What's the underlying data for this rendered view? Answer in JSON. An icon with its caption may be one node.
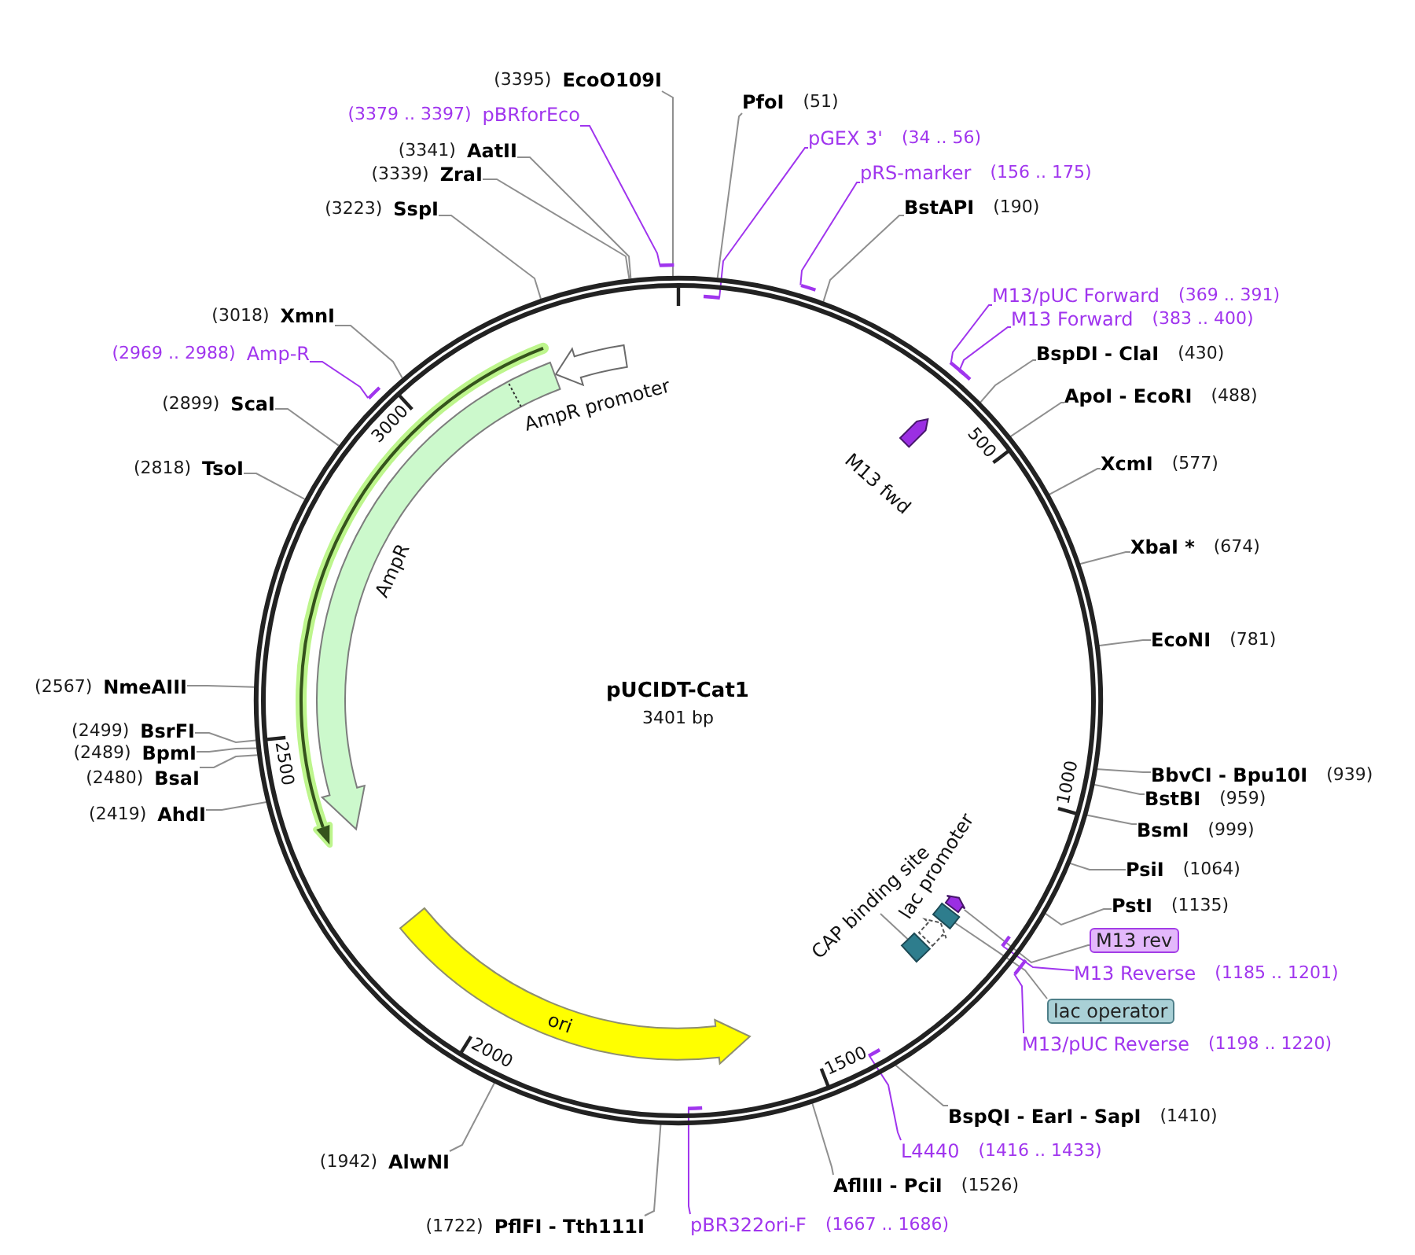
{
  "diagram": {
    "nodes": [
      {
        "text": [
          "pUCIDT-Cat1",
          "3401 bp"
        ]
      },
      {
        "text": [
          "(3395)",
          "EcoO109I"
        ]
      },
      {
        "text": [
          "PfoI",
          "(51)"
        ]
      },
      {
        "text": [
          "(3379 .. 3397)",
          "pBRforEco"
        ]
      },
      {
        "text": [
          "pGEX 3'",
          "(34 .. 56)"
        ]
      },
      {
        "text": [
          "(3341)",
          "AatII"
        ]
      },
      {
        "text": [
          "pRS-marker",
          "(156 .. 175)"
        ]
      },
      {
        "text": [
          "(3339)",
          "ZraI"
        ]
      },
      {
        "text": [
          "BstAPI",
          "(190)"
        ]
      },
      {
        "text": [
          "(3223)",
          "SspI"
        ]
      },
      {
        "text": [
          "M13/pUC Forward",
          "(369 .. 391)"
        ]
      },
      {
        "text": [
          "(3018)",
          "XmnI"
        ]
      },
      {
        "text": [
          "M13 Forward",
          "(383 .. 400)"
        ]
      },
      {
        "text": [
          "(2969 .. 2988)",
          "Amp-R"
        ]
      },
      {
        "text": [
          "BspDI - ClaI",
          "(430)"
        ]
      },
      {
        "text": [
          "ApoI - EcoRI",
          "(488)"
        ]
      },
      {
        "text": [
          "(2899)",
          "ScaI"
        ]
      },
      {
        "text": [
          "AmpR promoter"
        ],
        "in": 0
      },
      {
        "text": [
          "XcmI",
          "(577)"
        ]
      },
      {
        "text": [
          "(2818)",
          "TsoI"
        ]
      },
      {
        "text": [
          "M13 fwd"
        ],
        "in": 0
      },
      {
        "text": [
          "XbaI *",
          "(674)"
        ]
      },
      {
        "text": [
          "AmpR"
        ],
        "in": 0
      },
      {
        "text": [
          "EcoNI",
          "(781)"
        ]
      },
      {
        "text": [
          "(2567)",
          "NmeAIII"
        ]
      },
      {
        "text": [
          "(2499)",
          "BsrFI"
        ]
      },
      {
        "text": [
          "(2489)",
          "BpmI"
        ]
      },
      {
        "text": [
          "BbvCI - Bpu10I",
          "(939)"
        ]
      },
      {
        "text": [
          "(2480)",
          "BsaI"
        ]
      },
      {
        "text": [
          "BstBI",
          "(959)"
        ]
      },
      {
        "text": [
          "(2419)",
          "AhdI"
        ]
      },
      {
        "text": [
          "BsmI",
          "(999)"
        ]
      },
      {
        "text": [
          "lac promoter"
        ],
        "in": 0
      },
      {
        "text": [
          "PsiI",
          "(1064)"
        ]
      },
      {
        "text": [
          "CAP binding site"
        ],
        "in": 0
      },
      {
        "text": [
          "PstI",
          "(1135)"
        ]
      },
      {
        "text": [
          "M13 rev"
        ]
      },
      {
        "text": [
          "M13 Reverse",
          "(1185 .. 1201)"
        ]
      },
      {
        "text": [
          "lac operator"
        ]
      },
      {
        "text": [
          "ori"
        ],
        "in": 0
      },
      {
        "text": [
          "M13/pUC Reverse",
          "(1198 .. 1220)"
        ]
      },
      {
        "text": [
          "BspQI - EarI - SapI",
          "(1410)"
        ]
      },
      {
        "text": [
          "L4440",
          "(1416 .. 1433)"
        ]
      },
      {
        "text": [
          "(1942)",
          "AlwNI"
        ]
      },
      {
        "text": [
          "AflIII - PciI",
          "(1526)"
        ]
      },
      {
        "text": [
          "(1722)",
          "PflFI - Tth111I"
        ]
      },
      {
        "text": [
          "pBR322ori-F",
          "(1667 .. 1686)"
        ]
      },
      {
        "text": [],
        "shape": "bar"
      },
      {
        "text": [],
        "shape": "bar",
        "in": 0
      },
      {
        "text": [],
        "shape": "bar",
        "in": 0
      },
      {
        "text": [],
        "shape": "bar",
        "in": 0
      },
      {
        "text": [],
        "shape": "bar",
        "in": 0
      },
      {
        "text": [],
        "shape": "bar",
        "in": 0
      },
      {
        "text": [],
        "shape": "arrow",
        "in": 0
      },
      {
        "text": [],
        "shape": "box",
        "in": 0
      },
      {
        "text": [],
        "shape": "box",
        "in": 0
      },
      {
        "text": [],
        "shape": "bar",
        "in": 0
      },
      {
        "text": [],
        "shape": "bar",
        "in": 0
      },
      {
        "text": [],
        "shape": "bar",
        "in": 0
      },
      {
        "text": [],
        "shape": "bar",
        "in": 0
      }
    ],
    "edges": [
      {
        "from": 1,
        "to": 0,
        "arrow": "none"
      },
      {
        "from": 2,
        "to": 0,
        "arrow": "none"
      },
      {
        "from": 3,
        "to": 47,
        "arrow": "none",
        "color": "#a035ee"
      },
      {
        "from": 4,
        "to": 49,
        "arrow": "none",
        "color": "#a035ee"
      },
      {
        "from": 5,
        "to": 0,
        "arrow": "none"
      },
      {
        "from": 6,
        "to": 48,
        "arrow": "none",
        "color": "#a035ee"
      },
      {
        "from": 7,
        "to": 0,
        "arrow": "none"
      },
      {
        "from": 8,
        "to": 0,
        "arrow": "none"
      },
      {
        "from": 9,
        "to": 0,
        "arrow": "none"
      },
      {
        "from": 10,
        "to": 50,
        "arrow": "none",
        "color": "#a035ee"
      },
      {
        "from": 11,
        "to": 0,
        "arrow": "none"
      },
      {
        "from": 12,
        "to": 51,
        "arrow": "none",
        "color": "#a035ee"
      },
      {
        "from": 13,
        "to": 52,
        "arrow": "none",
        "color": "#a035ee"
      },
      {
        "from": 14,
        "to": 0,
        "arrow": "none"
      },
      {
        "from": 15,
        "to": 0,
        "arrow": "none"
      },
      {
        "from": 16,
        "to": 0,
        "arrow": "none"
      },
      {
        "from": 18,
        "to": 0,
        "arrow": "none"
      },
      {
        "from": 19,
        "to": 0,
        "arrow": "none"
      },
      {
        "from": 21,
        "to": 0,
        "arrow": "none"
      },
      {
        "from": 23,
        "to": 0,
        "arrow": "none"
      },
      {
        "from": 24,
        "to": 0,
        "arrow": "none"
      },
      {
        "from": 25,
        "to": 0,
        "arrow": "none"
      },
      {
        "from": 26,
        "to": 0,
        "arrow": "none"
      },
      {
        "from": 27,
        "to": 0,
        "arrow": "none"
      },
      {
        "from": 28,
        "to": 0,
        "arrow": "none"
      },
      {
        "from": 29,
        "to": 0,
        "arrow": "none"
      },
      {
        "from": 30,
        "to": 0,
        "arrow": "none"
      },
      {
        "from": 31,
        "to": 0,
        "arrow": "none"
      },
      {
        "from": 33,
        "to": 0,
        "arrow": "none"
      },
      {
        "from": 34,
        "to": 55,
        "arrow": "none"
      },
      {
        "from": 35,
        "to": 0,
        "arrow": "none"
      },
      {
        "from": 36,
        "to": 53,
        "arrow": "none"
      },
      {
        "from": 37,
        "to": 56,
        "arrow": "none",
        "color": "#a035ee"
      },
      {
        "from": 38,
        "to": 54,
        "arrow": "none"
      },
      {
        "from": 40,
        "to": 57,
        "arrow": "none",
        "color": "#a035ee"
      },
      {
        "from": 41,
        "to": 0,
        "arrow": "none"
      },
      {
        "from": 42,
        "to": 58,
        "arrow": "none",
        "color": "#a035ee"
      },
      {
        "from": 43,
        "to": 0,
        "arrow": "none"
      },
      {
        "from": 44,
        "to": 0,
        "arrow": "none"
      },
      {
        "from": 45,
        "to": 0,
        "arrow": "none"
      },
      {
        "from": 46,
        "to": 59,
        "arrow": "none",
        "color": "#a035ee"
      }
    ],
    "labels": [
      "3000",
      "500",
      "2500",
      "1000",
      "2000",
      "1500"
    ]
  }
}
